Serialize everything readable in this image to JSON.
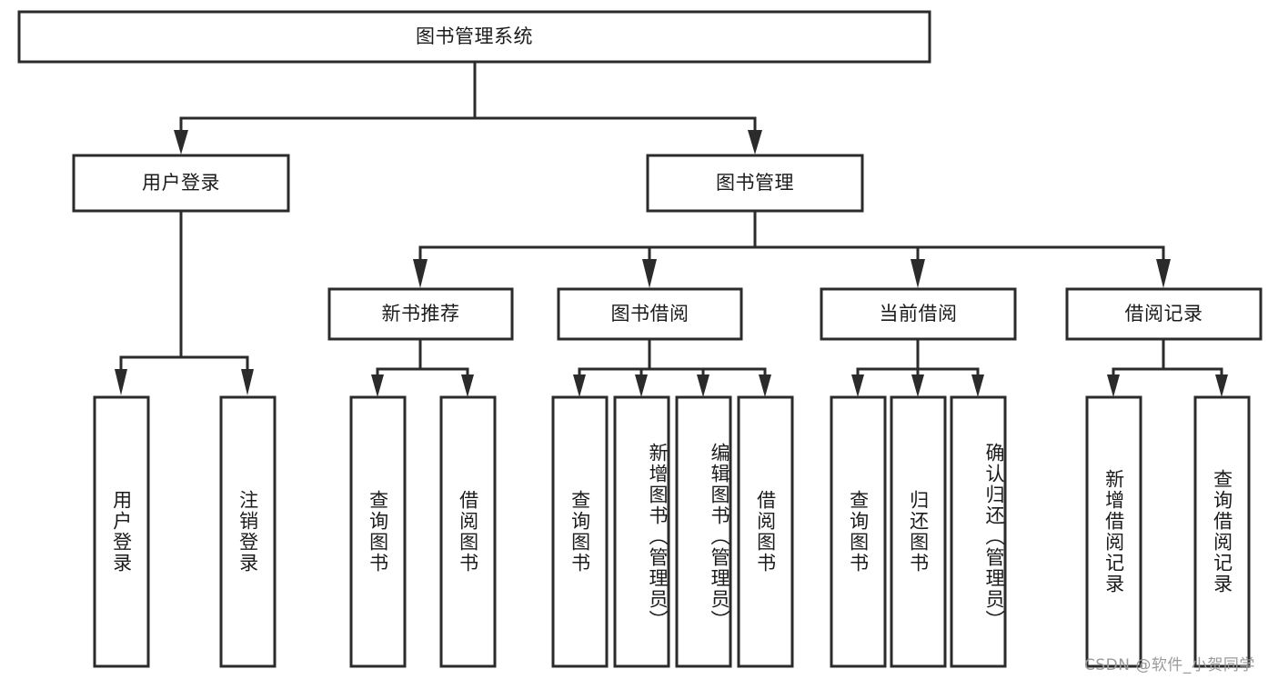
{
  "diagram": {
    "type": "tree-hierarchy",
    "title": "图书管理系统",
    "orientation": "top-down",
    "colors": {
      "box_stroke": "#2b2b2b",
      "box_fill": "#ffffff",
      "connector": "#2b2b2b",
      "text": "#1b1b1b",
      "watermark": "#9a9a9a",
      "background": "#ffffff"
    }
  },
  "root": {
    "label": "图书管理系统"
  },
  "level2": [
    {
      "label": "用户登录"
    },
    {
      "label": "图书管理"
    }
  ],
  "level3": [
    {
      "label": "新书推荐"
    },
    {
      "label": "图书借阅"
    },
    {
      "label": "当前借阅"
    },
    {
      "label": "借阅记录"
    }
  ],
  "leaves": {
    "user_login": [
      {
        "label": "用户登录"
      },
      {
        "label": "注销登录"
      }
    ],
    "new_book": [
      {
        "label": "查询图书"
      },
      {
        "label": "借阅图书"
      }
    ],
    "book_borrow": [
      {
        "label": "查询图书"
      },
      {
        "label": "新增图书（管理员）"
      },
      {
        "label": "编辑图书（管理员）"
      },
      {
        "label": "借阅图书"
      }
    ],
    "current_borrow": [
      {
        "label": "查询图书"
      },
      {
        "label": "归还图书"
      },
      {
        "label": "确认归还（管理员）"
      }
    ],
    "borrow_record": [
      {
        "label": "新增借阅记录"
      },
      {
        "label": "查询借阅记录"
      }
    ]
  },
  "watermark": {
    "text": "CSDN @软件_小贺同学"
  }
}
